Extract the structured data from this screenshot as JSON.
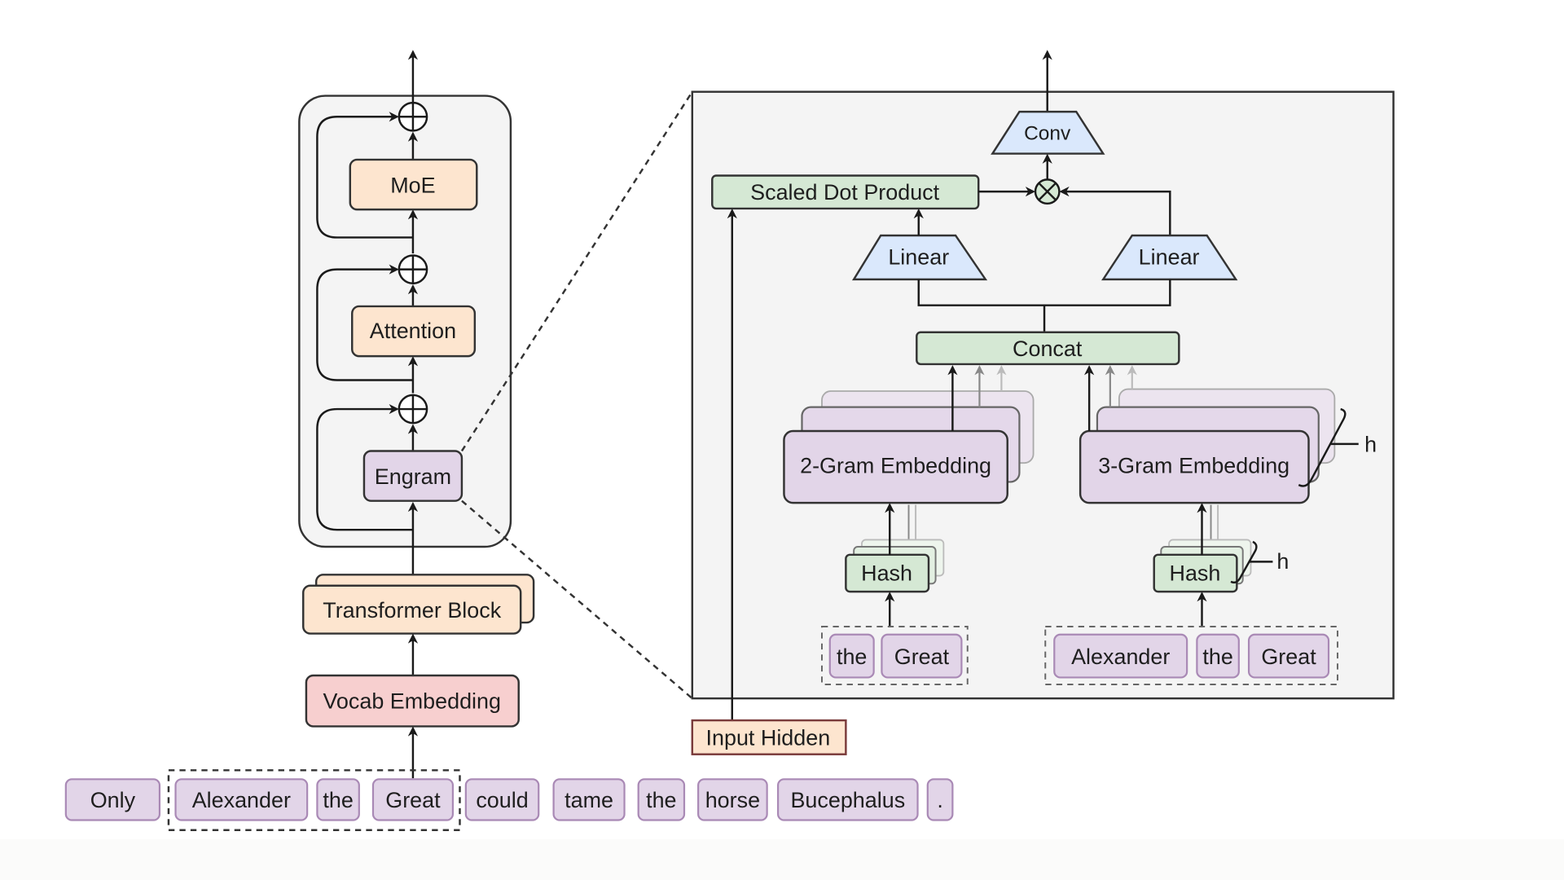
{
  "left_stack": {
    "moe": "MoE",
    "attention": "Attention",
    "engram": "Engram",
    "transformer_block": "Transformer Block",
    "vocab_embedding": "Vocab Embedding"
  },
  "input_sentence": {
    "tokens": [
      "Only",
      "Alexander",
      "the",
      "Great",
      "could",
      "tame",
      "the",
      "horse",
      "Bucephalus",
      "."
    ],
    "highlighted_span": [
      "Alexander",
      "the",
      "Great"
    ]
  },
  "engram_detail": {
    "conv": "Conv",
    "scaled_dot_product": "Scaled Dot Product",
    "linear_left": "Linear",
    "linear_right": "Linear",
    "concat": "Concat",
    "two_gram_embedding": "2-Gram Embedding",
    "three_gram_embedding": "3-Gram Embedding",
    "hash_2gram": "Hash",
    "hash_3gram": "Hash",
    "heads_label_embedding": "h",
    "heads_label_hash": "h",
    "two_gram_tokens": [
      "the",
      "Great"
    ],
    "three_gram_tokens": [
      "Alexander",
      "the",
      "Great"
    ],
    "input_hidden": "Input Hidden"
  },
  "colors": {
    "orange_block": "#fde5cf",
    "red_block": "#f7cfcf",
    "purple_block": "#e2d5e8",
    "green_block": "#d5e8d4",
    "blue_block": "#dae8fc",
    "panel_bg": "#f4f4f4"
  }
}
